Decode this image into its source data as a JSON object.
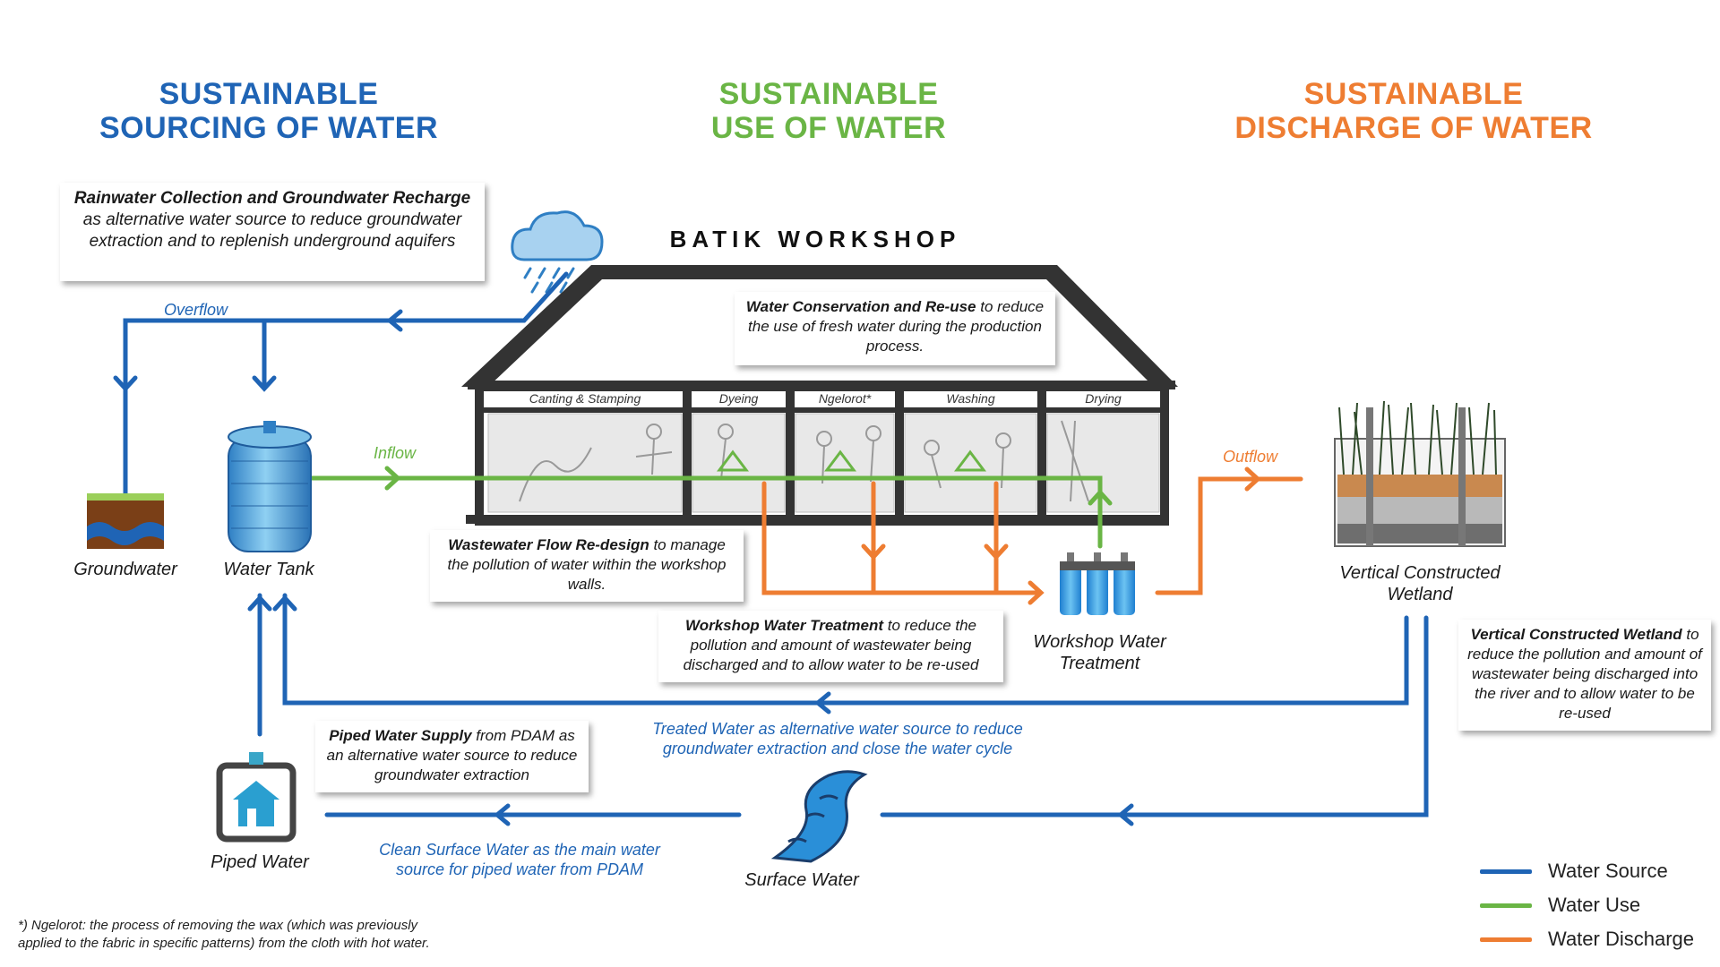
{
  "headers": {
    "sourcing": {
      "line1": "SUSTAINABLE",
      "line2": "SOURCING OF WATER"
    },
    "use": {
      "line1": "SUSTAINABLE",
      "line2": "USE OF WATER"
    },
    "discharge": {
      "line1": "SUSTAINABLE",
      "line2": "DISCHARGE OF WATER"
    }
  },
  "workshop": {
    "title": "BATIK WORKSHOP",
    "stages": [
      "Canting & Stamping",
      "Dyeing",
      "Ngelorot*",
      "Washing",
      "Drying"
    ]
  },
  "cards": {
    "rainwater": {
      "bold": "Rainwater Collection and Groundwater Recharge",
      "text": " as alternative water source to reduce groundwater extraction and to replenish underground aquifers"
    },
    "conservation": {
      "bold": "Water Conservation and Re-use",
      "text": " to reduce the use of fresh water during the production process."
    },
    "redesign": {
      "bold": "Wastewater Flow Re-design",
      "text": " to manage the pollution of water within the workshop walls."
    },
    "treatment": {
      "bold": "Workshop Water Treatment",
      "text": " to reduce the pollution and amount of wastewater being discharged and to allow water to be re-used"
    },
    "wetland": {
      "bold": "Vertical Constructed Wetland",
      "text": " to reduce the pollution and amount of wastewater being discharged into the river and to allow water to be re-used"
    },
    "piped": {
      "bold": "Piped Water Supply",
      "text": " from PDAM as an alternative water source to reduce groundwater extraction"
    }
  },
  "nodes": {
    "groundwater": "Groundwater",
    "water_tank": "Water Tank",
    "vcw_line1": "Vertical Constructed",
    "vcw_line2": "Wetland",
    "wwt_line1": "Workshop Water",
    "wwt_line2": "Treatment",
    "piped_water": "Piped Water",
    "surface_water": "Surface Water"
  },
  "flows": {
    "overflow": "Overflow",
    "inflow": "Inflow",
    "outflow": "Outflow"
  },
  "notes": {
    "treated_line1": "Treated Water as alternative water source to reduce",
    "treated_line2": "groundwater extraction and close the water cycle",
    "clean_line1": "Clean Surface Water as the main water",
    "clean_line2": "source for piped water from PDAM"
  },
  "footnote": {
    "line1": "*) Ngelorot: the process of removing the wax (which was previously",
    "line2": "applied to the fabric in specific patterns) from the cloth with hot water."
  },
  "legend": [
    {
      "label": "Water Source",
      "color": "#1f64b5"
    },
    {
      "label": "Water Use",
      "color": "#6ab545"
    },
    {
      "label": "Water Discharge",
      "color": "#ee7d32"
    }
  ],
  "colors": {
    "source": "#1f64b5",
    "use": "#6ab545",
    "discharge": "#ee7d32"
  },
  "icons": [
    "cloud-rain-icon",
    "water-tank-icon",
    "groundwater-icon",
    "piped-water-house-icon",
    "river-icon",
    "water-filter-icon",
    "wetland-icon"
  ]
}
